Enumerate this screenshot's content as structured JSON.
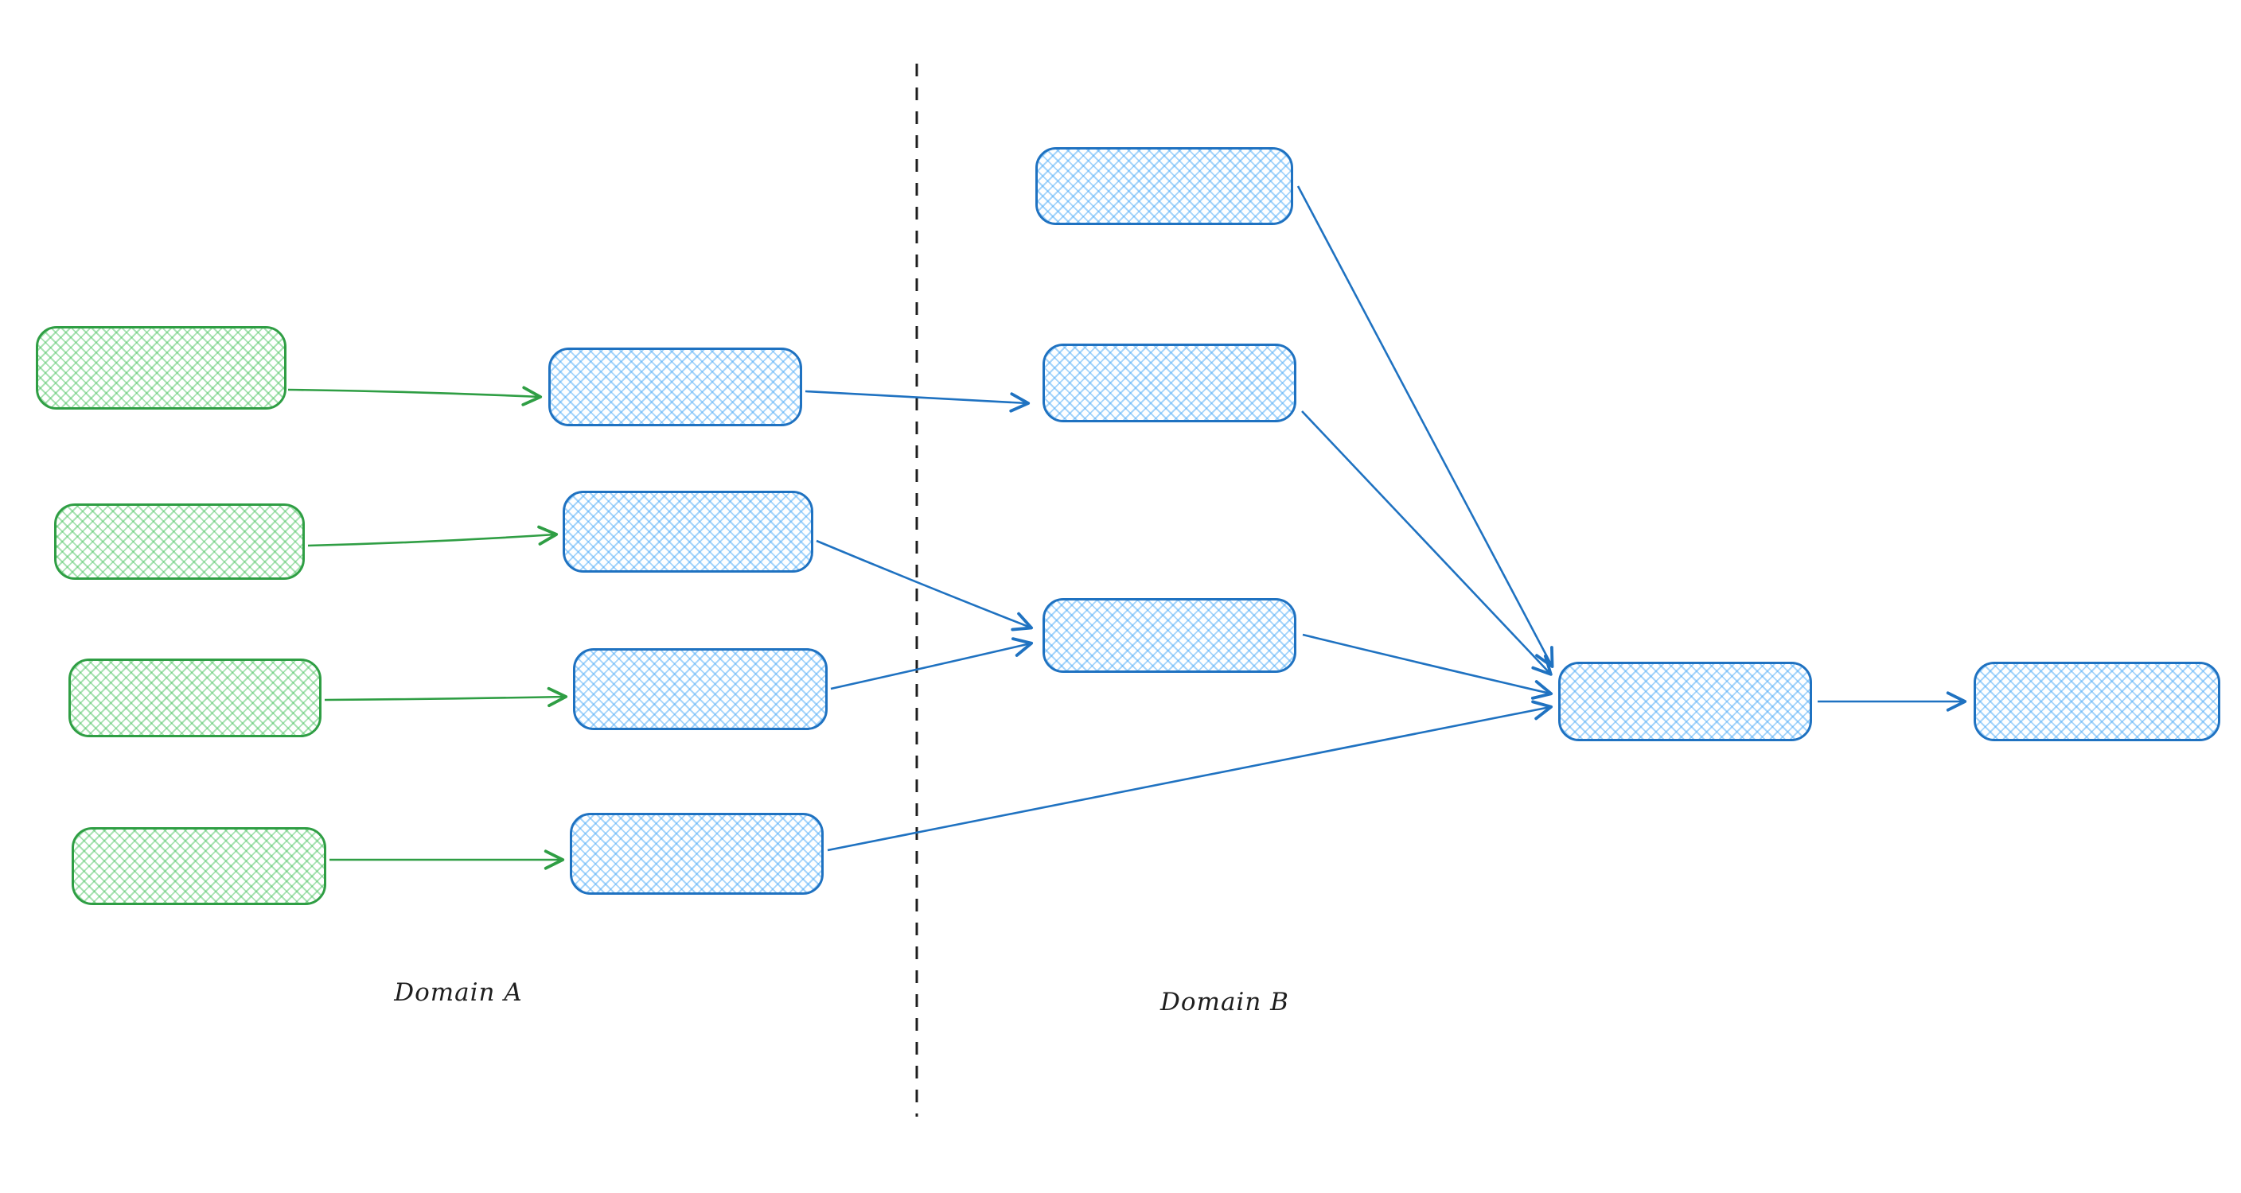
{
  "diagram": {
    "labels": {
      "domain_a": "Domain A",
      "domain_b": "Domain B"
    },
    "colors": {
      "green_stroke": "#2f9e44",
      "green_fill": "#b2f2bb",
      "blue_stroke": "#1f72c1",
      "blue_fill": "#a5d8ff",
      "divider": "#1e1e1e"
    },
    "nodes": [
      {
        "id": "a-source-1",
        "color": "green",
        "region": "domain-a",
        "label": ""
      },
      {
        "id": "a-source-2",
        "color": "green",
        "region": "domain-a",
        "label": ""
      },
      {
        "id": "a-source-3",
        "color": "green",
        "region": "domain-a",
        "label": ""
      },
      {
        "id": "a-source-4",
        "color": "green",
        "region": "domain-a",
        "label": ""
      },
      {
        "id": "a-mid-1",
        "color": "blue",
        "region": "domain-a",
        "label": ""
      },
      {
        "id": "a-mid-2",
        "color": "blue",
        "region": "domain-a",
        "label": ""
      },
      {
        "id": "a-mid-3",
        "color": "blue",
        "region": "domain-a",
        "label": ""
      },
      {
        "id": "a-mid-4",
        "color": "blue",
        "region": "domain-a",
        "label": ""
      },
      {
        "id": "b-node-1",
        "color": "blue",
        "region": "domain-b",
        "label": ""
      },
      {
        "id": "b-node-2",
        "color": "blue",
        "region": "domain-b",
        "label": ""
      },
      {
        "id": "b-node-3",
        "color": "blue",
        "region": "domain-b",
        "label": ""
      },
      {
        "id": "b-hub",
        "color": "blue",
        "region": "domain-b",
        "label": ""
      },
      {
        "id": "b-final",
        "color": "blue",
        "region": "domain-b",
        "label": ""
      }
    ],
    "edges": [
      {
        "from": "a-source-1",
        "to": "a-mid-1",
        "color": "green"
      },
      {
        "from": "a-source-2",
        "to": "a-mid-2",
        "color": "green"
      },
      {
        "from": "a-source-3",
        "to": "a-mid-3",
        "color": "green"
      },
      {
        "from": "a-source-4",
        "to": "a-mid-4",
        "color": "green"
      },
      {
        "from": "a-mid-1",
        "to": "b-node-2",
        "color": "blue"
      },
      {
        "from": "a-mid-2",
        "to": "b-node-3",
        "color": "blue"
      },
      {
        "from": "a-mid-3",
        "to": "b-node-3",
        "color": "blue"
      },
      {
        "from": "a-mid-4",
        "to": "b-hub",
        "color": "blue"
      },
      {
        "from": "b-node-1",
        "to": "b-hub",
        "color": "blue"
      },
      {
        "from": "b-node-2",
        "to": "b-hub",
        "color": "blue"
      },
      {
        "from": "b-node-3",
        "to": "b-hub",
        "color": "blue"
      },
      {
        "from": "b-hub",
        "to": "b-final",
        "color": "blue"
      }
    ]
  }
}
